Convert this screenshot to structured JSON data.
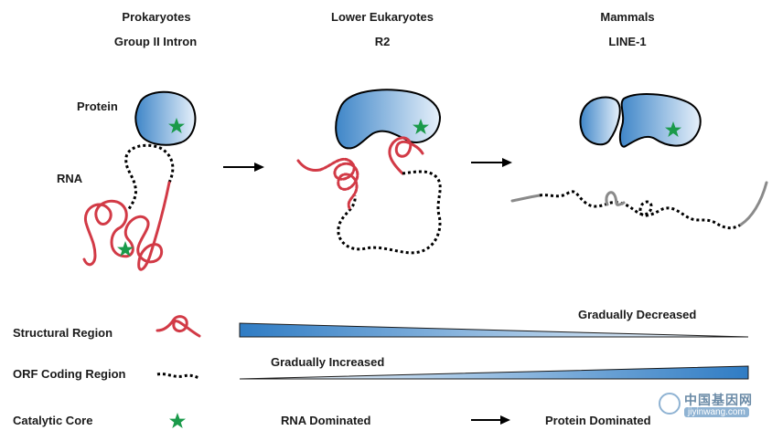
{
  "columns": [
    {
      "title": "Prokaryotes",
      "subtitle": "Group II Intron"
    },
    {
      "title": "Lower Eukaryotes",
      "subtitle": "R2"
    },
    {
      "title": "Mammals",
      "subtitle": "LINE-1"
    }
  ],
  "labels": {
    "protein": "Protein",
    "rna": "RNA"
  },
  "legend": {
    "structural": "Structural Region",
    "orf": "ORF Coding Region",
    "catalytic": "Catalytic Core"
  },
  "gradients": {
    "decreased": "Gradually Decreased",
    "increased": "Gradually Increased"
  },
  "bottom": {
    "left": "RNA Dominated",
    "right": "Protein Dominated"
  },
  "watermark": {
    "cn": "中国基因网",
    "url": "jiyinwang.com"
  },
  "colors": {
    "rna_red": "#d23a46",
    "protein_blue": "#3f86c8",
    "star_green": "#1a9a4a",
    "grey_tail": "#8a8a8a"
  }
}
